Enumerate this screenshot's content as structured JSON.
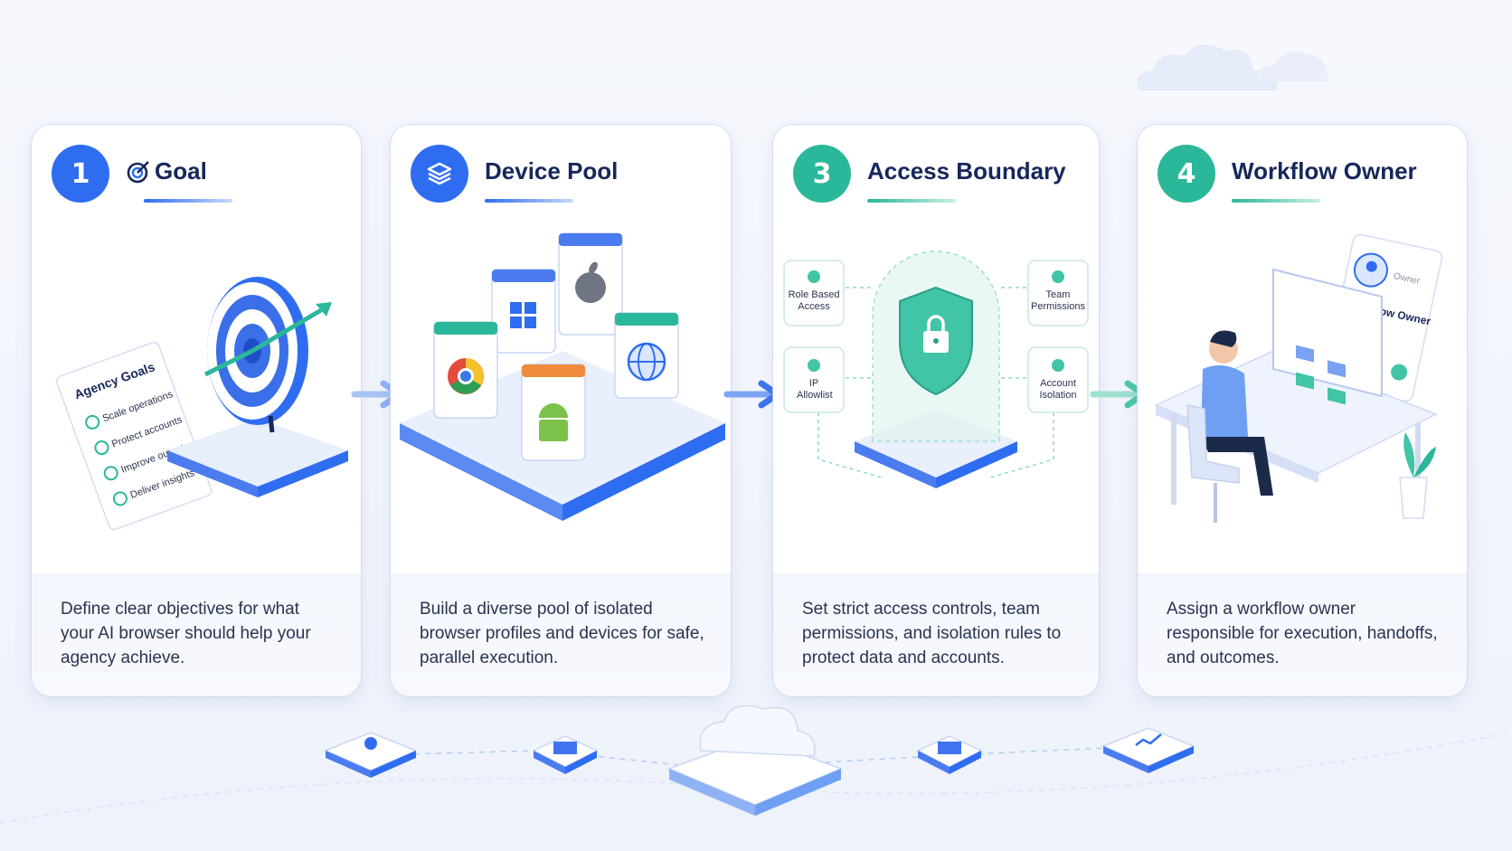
{
  "steps": [
    {
      "number": "1",
      "title": "Goal",
      "icon": "target-icon",
      "description": "Define clear objectives for what your AI browser should help your agency achieve.",
      "checklist_title": "Agency Goals",
      "checklist": [
        "Scale operations",
        "Protect accounts",
        "Improve output",
        "Deliver insights"
      ]
    },
    {
      "number": "",
      "title": "Device Pool",
      "icon": "layers-icon",
      "description": "Build a diverse pool of isolated browser profiles and devices for safe, parallel execution."
    },
    {
      "number": "3",
      "title": "Access Boundary",
      "icon": "shield-icon",
      "description": "Set strict access controls, team permissions, and isolation rules to protect data and accounts.",
      "controls": [
        "Role Based Access",
        "Team Permissions",
        "IP Allowlist",
        "Account Isolation"
      ]
    },
    {
      "number": "4",
      "title": "Workflow Owner",
      "icon": "person-icon",
      "description": "Assign a workflow owner responsible for execution, handoffs, and outcomes.",
      "profile_label": "Workflow Owner",
      "profile_sub": "Owner"
    }
  ],
  "colors": {
    "blue": "#2f6df0",
    "teal": "#2bb79a",
    "navy": "#16275a"
  }
}
